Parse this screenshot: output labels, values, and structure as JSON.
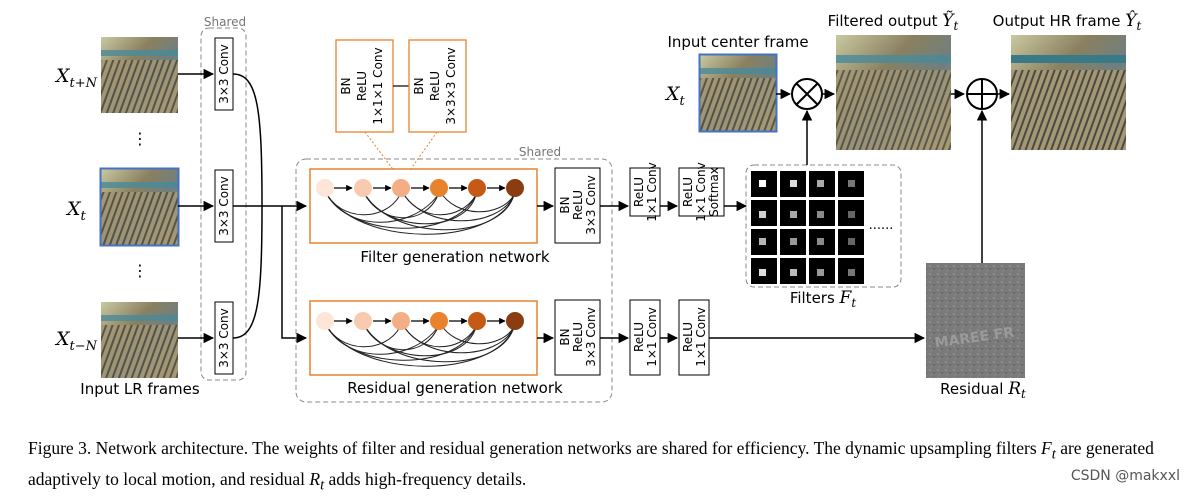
{
  "figure": {
    "shared_label_left": "Shared",
    "shared_label_center": "Shared",
    "conv3": "3×3 Conv",
    "input_labels": {
      "top_base": "X",
      "top_sub": "t+N",
      "mid_base": "X",
      "mid_sub": "t",
      "bot_base": "X",
      "bot_sub": "t−N",
      "dots": "⋮"
    },
    "input_caption": "Input LR frames",
    "dense_block": {
      "layer1": [
        "BN",
        "ReLU",
        "1×1×1 Conv"
      ],
      "layer2": [
        "BN",
        "ReLU",
        "3×3×3 Conv"
      ]
    },
    "filter_net_label": "Filter generation network",
    "residual_net_label": "Residual generation network",
    "post_block_bn": [
      "BN",
      "ReLU",
      "3×3 Conv"
    ],
    "post_relu_1x1": [
      "ReLU",
      "1×1 Conv"
    ],
    "post_softmax": [
      "ReLU",
      "1×1 Conv",
      "Softmax"
    ],
    "filters_label_text": "Filters ",
    "filters_label_sym": "F",
    "filters_label_sub": "t",
    "filters_ellipsis": "......",
    "center_frame_label": "Input center frame",
    "center_frame_sym": "X",
    "center_frame_sub": "t",
    "filtered_output_text": "Filtered output ",
    "filtered_output_sym": "Ỹ",
    "filtered_output_sub": "t",
    "output_hr_text": "Output HR frame ",
    "output_hr_sym": "Ŷ",
    "output_hr_sub": "t",
    "residual_text": "Residual ",
    "residual_sym": "R",
    "residual_sub": "t",
    "residual_image_text": "MAREE FR",
    "node_colors": [
      "#fde6d8",
      "#f8cbb0",
      "#f4ae86",
      "#e9822d",
      "#c55a16",
      "#8b3c10"
    ],
    "accent_orange": "#e9822d",
    "frame_blue": "#4472c4"
  },
  "caption": {
    "p1": "Figure 3. Network architecture. The weights of filter and residual generation networks are shared for efficiency. The dynamic upsampling filters ",
    "sym1": "F",
    "sub1": "t",
    "p2": " are generated adaptively to local motion, and residual ",
    "sym2": "R",
    "sub2": "t",
    "p3": " adds high-frequency details."
  },
  "watermark": "CSDN @makxxl"
}
